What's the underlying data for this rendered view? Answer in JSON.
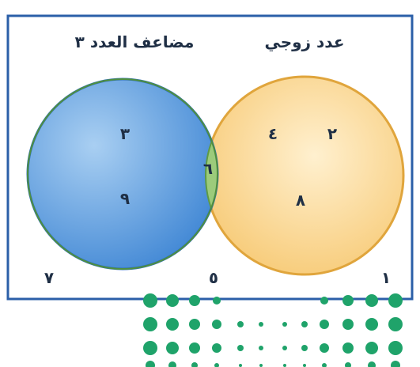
{
  "sets": {
    "left": {
      "label": "مضاعف العدد ٣"
    },
    "right": {
      "label": "عدد زوجي"
    }
  },
  "regions": {
    "left_only": [
      "٣",
      "٩"
    ],
    "intersection": [
      "٦"
    ],
    "right_only": [
      "٤",
      "٢",
      "٨"
    ],
    "outside": [
      "٧",
      "٥",
      "١"
    ]
  },
  "colors": {
    "frame": "#2b5fa8",
    "left_fill": "#4a90d9",
    "left_stroke": "#2f6fb8",
    "right_fill": "#f7c977",
    "right_stroke": "#e0a53c",
    "overlap_fill": "#8dbf6a",
    "dots": "#1fa36a"
  }
}
